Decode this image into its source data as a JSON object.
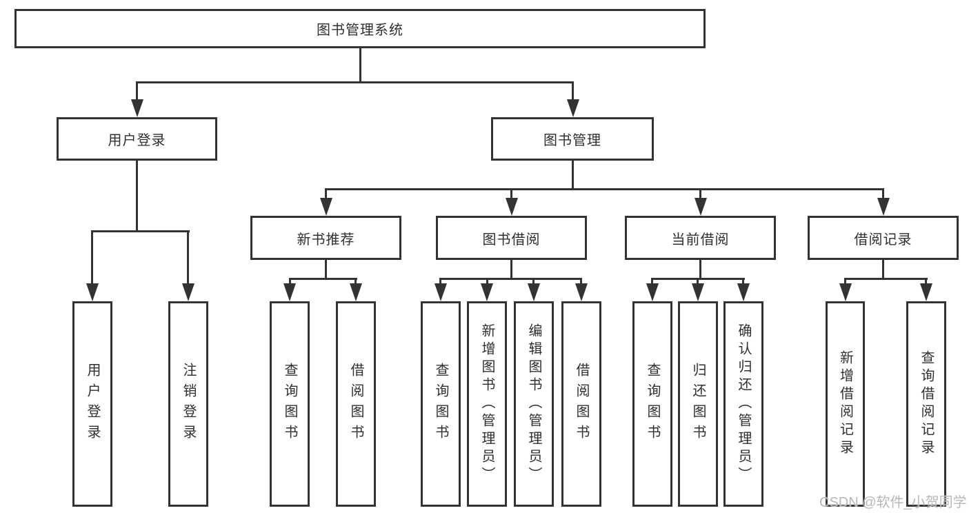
{
  "diagram": {
    "root": {
      "label": "图书管理系统"
    },
    "branches": {
      "user_login": {
        "label": "用户登录",
        "children": {
          "login": {
            "label": "用户登录"
          },
          "logout": {
            "label": "注销登录"
          }
        }
      },
      "book_management": {
        "label": "图书管理",
        "children": {
          "new_book_recommend": {
            "label": "新书推荐",
            "children": {
              "query_books": {
                "label": "查询图书"
              },
              "borrow_books": {
                "label": "借阅图书"
              }
            }
          },
          "book_borrowing": {
            "label": "图书借阅",
            "children": {
              "query_books": {
                "label": "查询图书"
              },
              "add_books": {
                "label": "新增图书（管理员）"
              },
              "edit_books": {
                "label": "编辑图书（管理员）"
              },
              "borrow_books": {
                "label": "借阅图书"
              }
            }
          },
          "current_borrowing": {
            "label": "当前借阅",
            "children": {
              "query_books": {
                "label": "查询图书"
              },
              "return_books": {
                "label": "归还图书"
              },
              "confirm_return": {
                "label": "确认归还（管理员）"
              }
            }
          },
          "borrowing_records": {
            "label": "借阅记录",
            "children": {
              "add_record": {
                "label": "新增借阅记录"
              },
              "query_record": {
                "label": "查询借阅记录"
              }
            }
          }
        }
      }
    }
  },
  "watermark": {
    "text": "CSDN @软件_小贺同学"
  },
  "colors": {
    "line": "#333333",
    "text": "#2f2f2f",
    "background": "#ffffff",
    "watermark": "#b8b8b8"
  }
}
